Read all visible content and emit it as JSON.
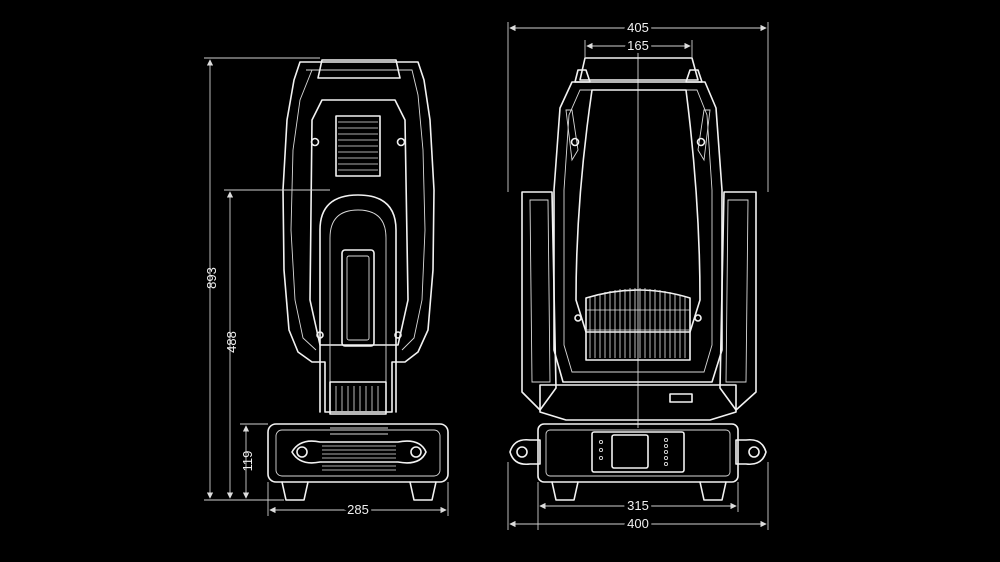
{
  "dimensions": {
    "side_total_height": "893",
    "side_arm_height": "488",
    "side_base_height": "119",
    "side_base_width": "285",
    "front_total_width": "405",
    "front_top_width": "165",
    "front_base_width": "315",
    "front_bottom_width": "400"
  },
  "colors": {
    "background": "#000000",
    "line": "#f2f2f2"
  }
}
